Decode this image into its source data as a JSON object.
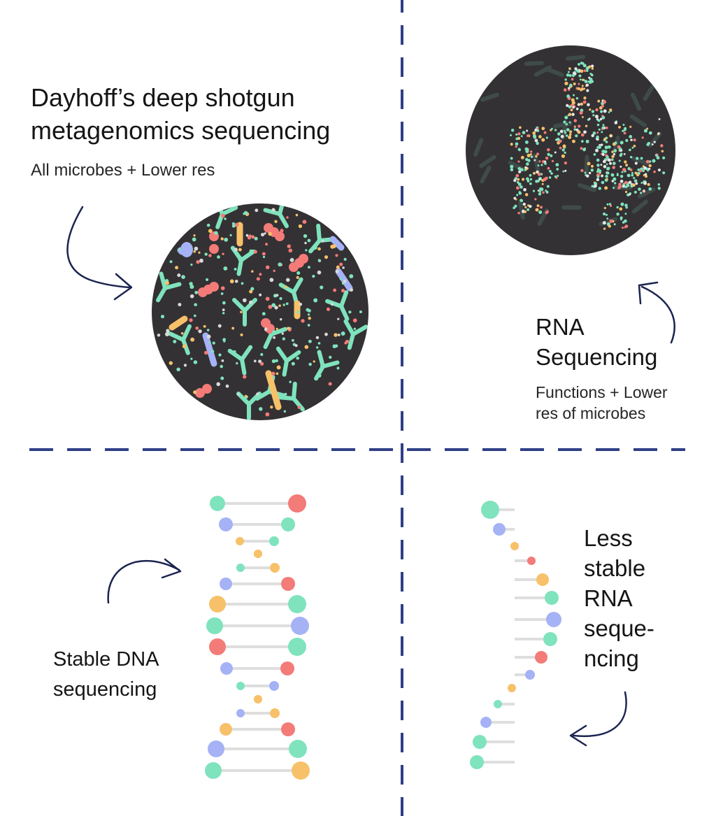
{
  "colors": {
    "divider": "#2f3f86",
    "arrow": "#1b2450",
    "circle_bg": "#333133",
    "teal": "#7fe3bd",
    "coral": "#f37b78",
    "blue": "#a5b2f6",
    "amber": "#f7c16a",
    "rung": "#dedede"
  },
  "panels": {
    "metagenomics": {
      "title_line1": "Dayhoff’s deep shotgun",
      "title_line2": "metagenomics sequencing",
      "subtitle": "All microbes + Lower res"
    },
    "rna": {
      "title_line1": "RNA",
      "title_line2": "Sequencing",
      "subtitle_line1": "Functions + Lower",
      "subtitle_line2": "res of microbes"
    },
    "dna": {
      "label_line1": "Stable DNA",
      "label_line2": "sequencing"
    },
    "less_stable_rna": {
      "label_lines": [
        "Less",
        "stable",
        "RNA",
        "seque-",
        "ncing"
      ]
    }
  },
  "icons": {
    "microbe_circle": "microbe-circle-icon",
    "rna_circle": "blurred-microbe-circle-icon",
    "dna_helix": "dna-helix-icon",
    "rna_strand": "rna-strand-icon",
    "arrow": "curved-arrow-icon"
  }
}
